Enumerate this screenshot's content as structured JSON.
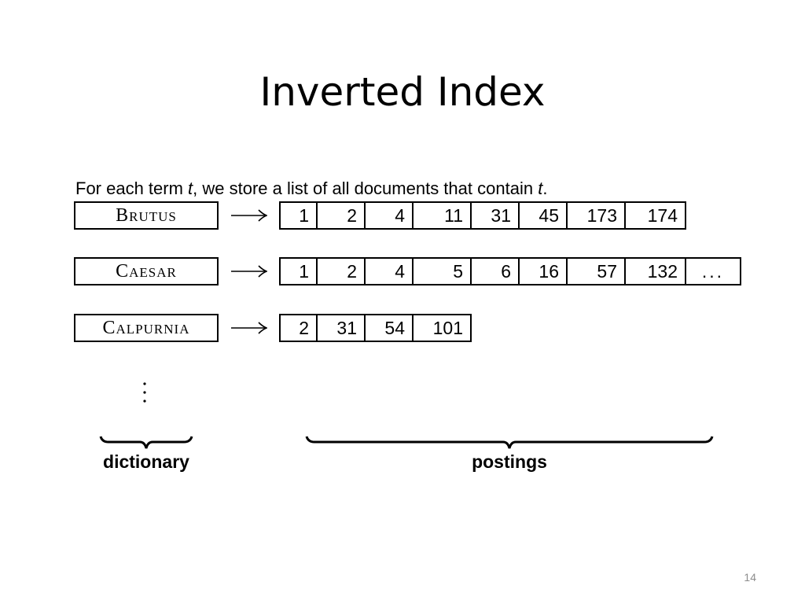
{
  "title": "Inverted Index",
  "intro": {
    "before": "For each term ",
    "var1": "t",
    "middle": ", we store a list of all documents that contain ",
    "var2": "t",
    "after": "."
  },
  "rows": [
    {
      "term": "Brutus",
      "postings": [
        "1",
        "2",
        "4",
        "11",
        "31",
        "45",
        "173",
        "174"
      ]
    },
    {
      "term": "Caesar",
      "postings": [
        "1",
        "2",
        "4",
        "5",
        "6",
        "16",
        "57",
        "132",
        "..."
      ]
    },
    {
      "term": "Calpurnia",
      "postings": [
        "2",
        "31",
        "54",
        "101"
      ]
    }
  ],
  "labels": {
    "dictionary": "dictionary",
    "postings": "postings"
  },
  "page_number": "14"
}
